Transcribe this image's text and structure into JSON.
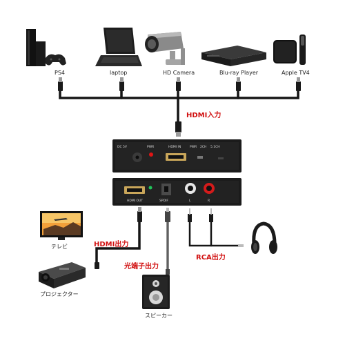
{
  "sources": [
    {
      "label": "PS4",
      "icon": "ps4-console-icon"
    },
    {
      "label": "laptop",
      "icon": "laptop-icon"
    },
    {
      "label": "HD Camera",
      "icon": "security-camera-icon"
    },
    {
      "label": "Blu-ray Player",
      "icon": "bluray-player-icon"
    },
    {
      "label": "Apple TV4",
      "icon": "apple-tv-icon"
    }
  ],
  "input_label": "HDMI入力",
  "device": {
    "front_ports": [
      "DC 5V",
      "PWR",
      "HDMI IN",
      "PWR",
      "2CH",
      "5.1CH"
    ],
    "rear_ports": [
      "HDMI OUT",
      "SPDIF",
      "L",
      "R"
    ]
  },
  "outputs": {
    "hdmi_label": "HDMI出力",
    "optical_label": "光端子出力",
    "rca_label": "RCA出力"
  },
  "destinations": [
    {
      "label": "テレビ",
      "icon": "tv-icon"
    },
    {
      "label": "プロジェクター",
      "icon": "projector-icon"
    },
    {
      "label": "スピーカー",
      "icon": "speaker-icon"
    },
    {
      "label": "",
      "icon": "headphones-icon"
    }
  ],
  "colors": {
    "accent_red": "#d10f0f",
    "device_body": "#1b1b1b",
    "cable": "#151515"
  }
}
